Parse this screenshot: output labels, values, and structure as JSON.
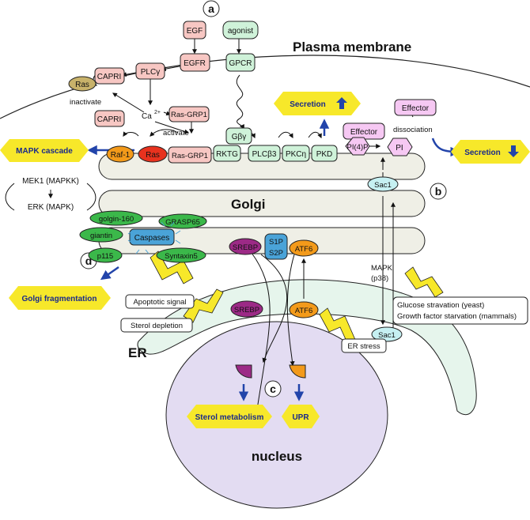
{
  "labels": {
    "plasma_membrane": "Plasma membrane",
    "golgi": "Golgi",
    "er": "ER",
    "nucleus": "nucleus",
    "inactivate": "inactivate",
    "activate": "activate",
    "dissociation": "dissociation",
    "mapk": "MAPK",
    "p38": "(p38)",
    "mek1": "MEK1 (MAPKK)",
    "erk": "ERK (MAPK)"
  },
  "markers": {
    "a": "a",
    "b": "b",
    "c": "c",
    "d": "d"
  },
  "nodes": {
    "egf": "EGF",
    "agonist": "agonist",
    "egfr": "EGFR",
    "gpcr": "GPCR",
    "plcg": "PLCγ",
    "ras_top": "Ras",
    "capri_top": "CAPRI",
    "capri_bottom": "CAPRI",
    "ca2": "Ca",
    "ca2_sup": "2+",
    "ras_grp1_top": "Ras-GRP1",
    "raf1": "Raf-1",
    "ras_golgi": "Ras",
    "ras_grp1_golgi": "Ras-GRP1",
    "gby": "Gβγ",
    "rktg": "RKTG",
    "plcb3": "PLCβ3",
    "pkcn": "PKCη",
    "pkd": "PKD",
    "effector_upper": "Effector",
    "effector_lower": "Effector",
    "pi4p": "PI(4)P",
    "pi": "PI",
    "sac1_golgi": "Sac1",
    "sac1_er": "Sac1",
    "golgin160": "golgin-160",
    "grasp65": "GRASP65",
    "giantin": "giantin",
    "caspases": "Caspases",
    "p115": "p115",
    "syntaxin5": "Syntaxin5",
    "srebp_golgi": "SREBP",
    "s1p": "S1P",
    "s2p": "S2P",
    "atf6_golgi": "ATF6",
    "srebp_er": "SREBP",
    "atf6_er": "ATF6"
  },
  "outcomes": {
    "secretion_up": "Secretion",
    "secretion_down": "Secretion",
    "mapk_cascade": "MAPK cascade",
    "golgi_fragmentation": "Golgi fragmentation",
    "sterol_metabolism": "Sterol metabolism",
    "upr": "UPR"
  },
  "signals": {
    "apoptotic": "Apoptotic signal",
    "sterol_depletion": "Sterol depletion",
    "er_stress": "ER stress",
    "glucose_starvation": "Glucose stravation (yeast)",
    "growth_factor_starvation": "Growth factor starvation (mammals)"
  },
  "colors": {
    "pink": "#f7c7c3",
    "green": "#cff2d9",
    "lavender": "#f6c8f3",
    "yellow": "#f7e82a",
    "arrow_blue": "#2244aa",
    "dark_green": "#3bb84a",
    "orange": "#f39a1a",
    "red": "#e8321e",
    "purple": "#9c2a86",
    "blue_box": "#4aa3d8",
    "cyan": "#c6f0f2",
    "nucleus": "#e3dcf2",
    "er": "#e6f5ec",
    "golgi": "#efefe6"
  }
}
